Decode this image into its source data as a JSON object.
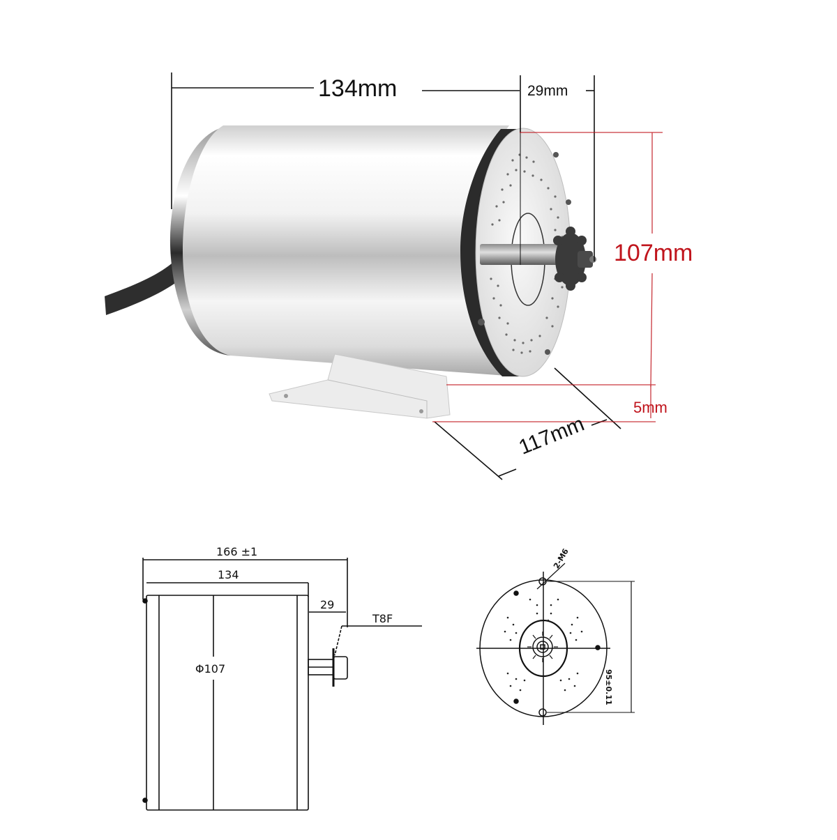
{
  "figure": {
    "top_view": {
      "type": "product-photo-with-dimensions",
      "subject": "brushless DC motor",
      "dimensions": {
        "body_length": "134mm",
        "shaft_length": "29mm",
        "diameter": "107mm",
        "base_offset": "5mm",
        "base_depth": "117mm"
      },
      "colors": {
        "black_dimension": "#111111",
        "red_dimension": "#c0141c"
      }
    },
    "side_drawing": {
      "type": "technical-drawing",
      "dimensions": {
        "overall_length": "166 ±1",
        "body_length": "134",
        "shaft_length": "29",
        "diameter": "Φ107",
        "sprocket": "T8F"
      }
    },
    "front_drawing": {
      "type": "technical-drawing",
      "dimensions": {
        "hole_label": "2-M6",
        "hole_spacing": "95±0.11"
      }
    }
  }
}
